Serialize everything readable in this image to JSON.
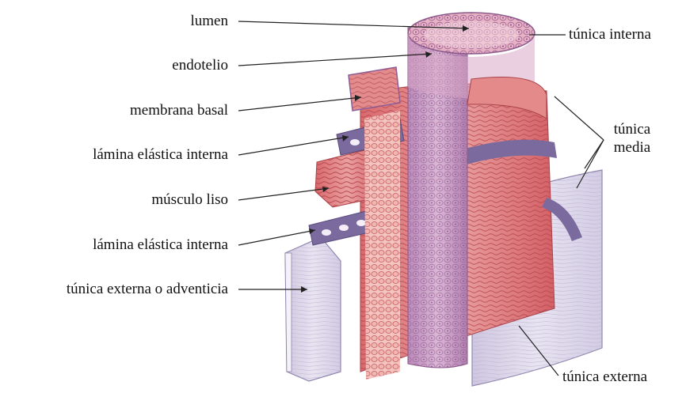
{
  "diagram": {
    "labels_left": [
      "lumen",
      "endotelio",
      "membrana basal",
      "lámina elástica interna",
      "músculo liso",
      "lámina elástica interna",
      "túnica externa o adventicia"
    ],
    "label_tunica_interna": "túnica interna",
    "label_tunica_media": "túnica\nmedia",
    "label_tunica_externa": "túnica externa",
    "colors": {
      "muscle": "#e07a7c",
      "muscle_dark": "#c7545a",
      "elastic": "#7b6a9e",
      "elastic_light": "#b8a9d2",
      "endothelium": "#c79ac4",
      "adventitia": "#ddd8ea",
      "adventitia_edge": "#a89fc0"
    }
  }
}
